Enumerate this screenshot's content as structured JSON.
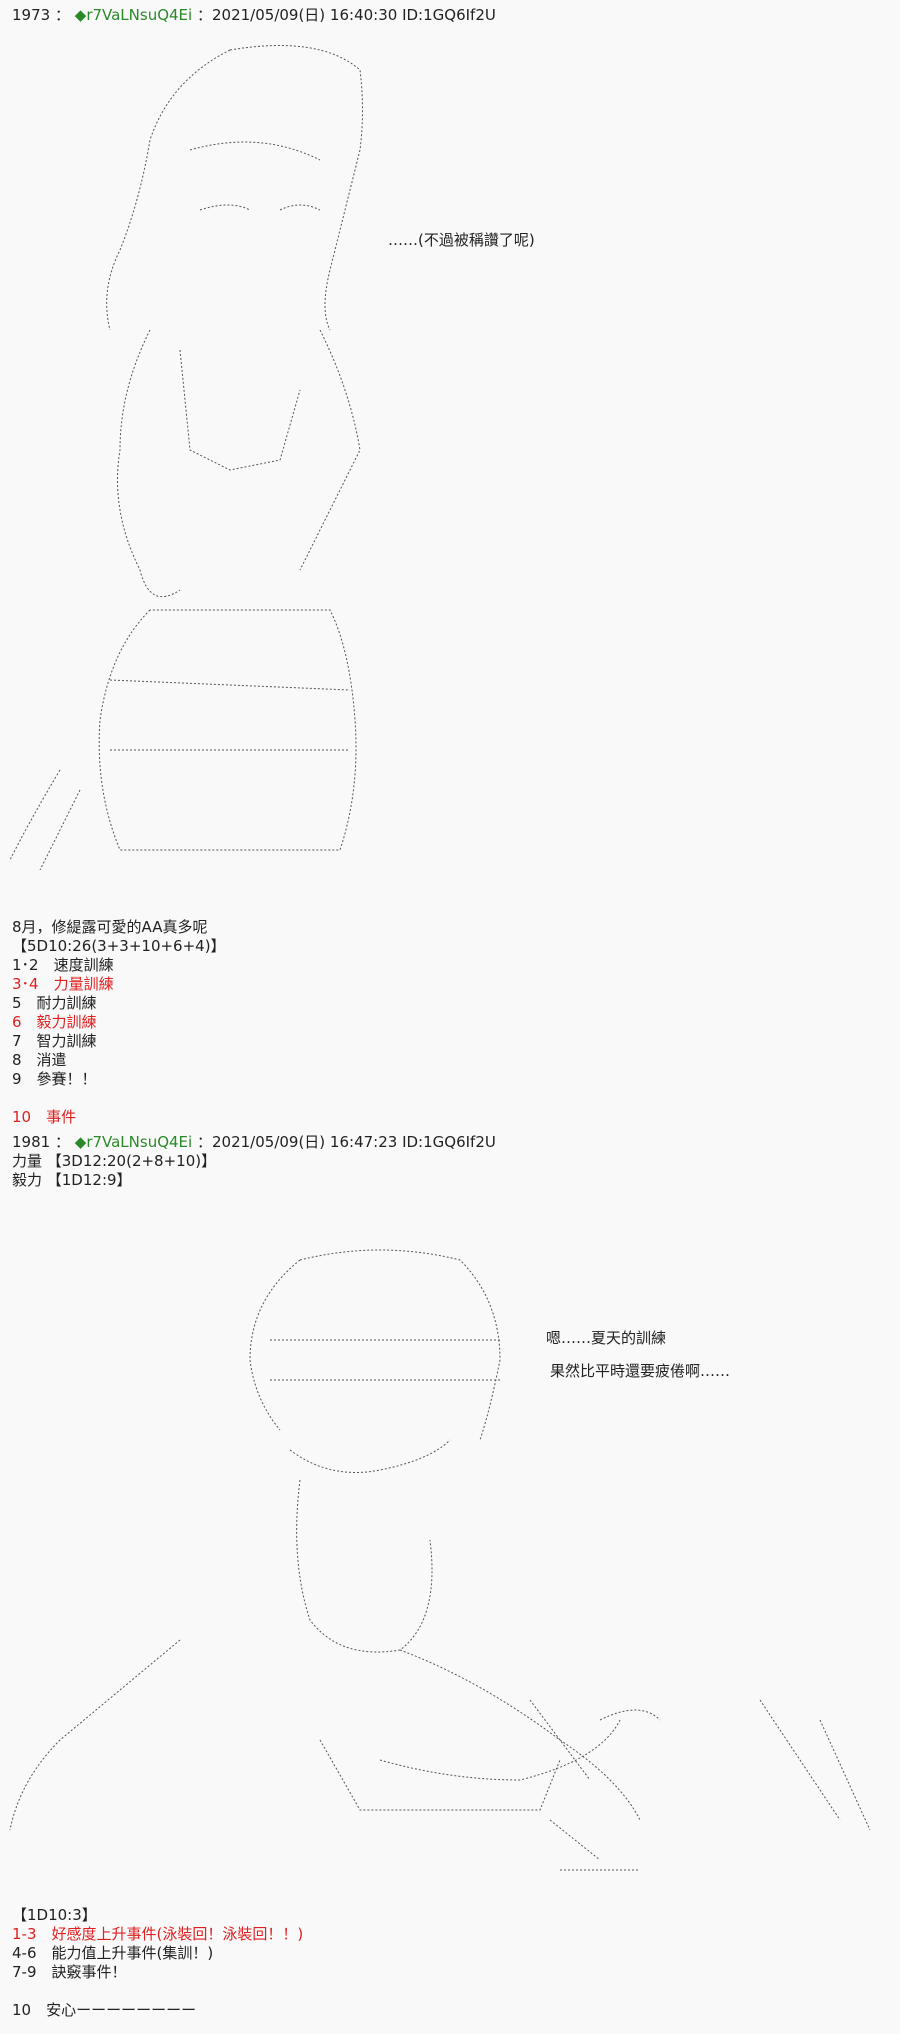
{
  "posts": [
    {
      "number": "1973",
      "sep": "：",
      "trip_icon": "◆",
      "trip": "r7VaLNsuQ4Ei",
      "date": "：2021/05/09(日) 16:40:30 ID:1GQ6If2U",
      "speech": [
        "……(不過被稱讚了呢)"
      ],
      "body": [
        {
          "text": "8月，修緹露可愛的AA真多呢",
          "color": "normal"
        },
        {
          "text": "【5D10:26(3+3+10+6+4)】",
          "color": "normal"
        },
        {
          "text": "1･2　速度訓練",
          "color": "normal"
        },
        {
          "text": "3･4　力量訓練",
          "color": "red"
        },
        {
          "text": "5　耐力訓練",
          "color": "normal"
        },
        {
          "text": "6　毅力訓練",
          "color": "red"
        },
        {
          "text": "7　智力訓練",
          "color": "normal"
        },
        {
          "text": "8　消遣",
          "color": "normal"
        },
        {
          "text": "9　參賽！！",
          "color": "normal"
        },
        {
          "text": "",
          "color": "normal"
        },
        {
          "text": "10　事件",
          "color": "red"
        }
      ]
    },
    {
      "number": "1981",
      "sep": "：",
      "trip_icon": "◆",
      "trip": "r7VaLNsuQ4Ei",
      "date": "：2021/05/09(日) 16:47:23 ID:1GQ6If2U",
      "rolls": [
        "力量 【3D12:20(2+8+10)】",
        "毅力 【1D12:9】"
      ],
      "speech": [
        "嗯……夏天的訓練",
        "果然比平時還要疲倦啊……"
      ],
      "body": [
        {
          "text": "【1D10:3】",
          "color": "normal"
        },
        {
          "text": "1-3　好感度上升事件(泳裝回！泳裝回！！)",
          "color": "red"
        },
        {
          "text": "4-6　能力值上升事件(集訓！)",
          "color": "normal"
        },
        {
          "text": "7-9　訣竅事件！",
          "color": "normal"
        },
        {
          "text": "",
          "color": "normal"
        },
        {
          "text": "10　安心ーーーーーーーー",
          "color": "normal"
        }
      ]
    }
  ],
  "colors": {
    "red": "#e02020",
    "trip": "#2a8a2a",
    "text": "#222222",
    "bg": "#f9f9f9"
  }
}
